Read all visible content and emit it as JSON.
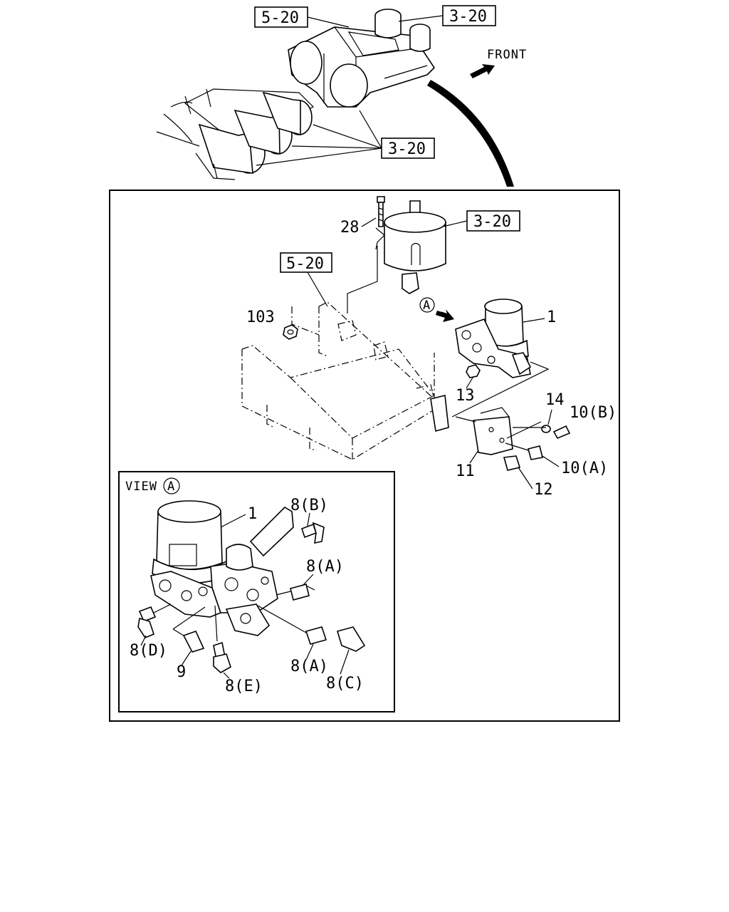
{
  "references": {
    "ref_5_20_top": "5-20",
    "ref_3_20_top": "3-20",
    "ref_3_20_tanks": "3-20",
    "ref_3_20_detail": "3-20",
    "ref_5_20_detail": "5-20"
  },
  "front_label": "FRONT",
  "view_marker": "A",
  "view_label": "VIEW",
  "callouts": {
    "c28": "28",
    "c103": "103",
    "c1_main": "1",
    "c13": "13",
    "c14": "14",
    "c10b": "10(B)",
    "c11": "11",
    "c10a": "10(A)",
    "c12": "12",
    "c1_view": "1",
    "c8b": "8(B)",
    "c8a_upper": "8(A)",
    "c8d": "8(D)",
    "c9": "9",
    "c8e": "8(E)",
    "c8a_lower": "8(A)",
    "c8c": "8(C)"
  }
}
